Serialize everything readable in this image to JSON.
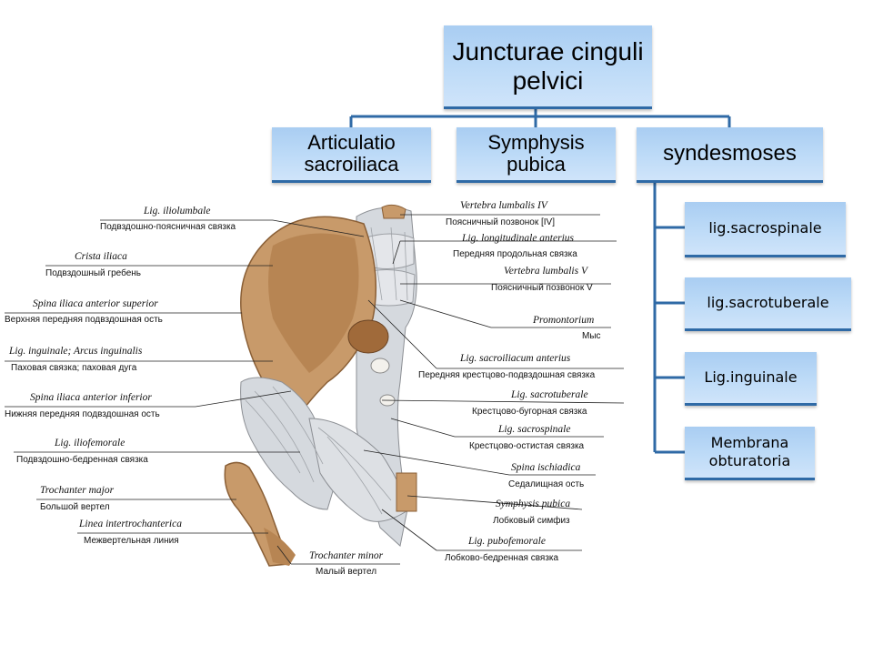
{
  "tree": {
    "root": "Juncturae cinguli pelvici",
    "branches": [
      "Articulatio sacroiliaca",
      "Symphysis pubica",
      "syndesmoses"
    ],
    "syndesmoses_items": [
      "lig.sacrospinale",
      "lig.sacrotuberale",
      "Lig.inguinale",
      "Membrana obturatoria"
    ]
  },
  "illustration": {
    "left_labels": [
      {
        "latin": "Lig. iliolumbale",
        "russian": "Подвздошно-поясничная связка"
      },
      {
        "latin": "Crista iliaca",
        "russian": "Подвздошный гребень"
      },
      {
        "latin": "Spina iliaca anterior superior",
        "russian": "Верхняя передняя подвздошная ость"
      },
      {
        "latin": "Lig. inguinale; Arcus inguinalis",
        "russian": "Паховая связка; паховая дуга"
      },
      {
        "latin": "Spina iliaca anterior inferior",
        "russian": "Нижняя передняя подвздошная ость"
      },
      {
        "latin": "Lig. iliofemorale",
        "russian": "Подвздошно-бедренная связка"
      },
      {
        "latin": "Trochanter major",
        "russian": "Большой вертел"
      },
      {
        "latin": "Linea intertrochanterica",
        "russian": "Межвертельная линия"
      },
      {
        "latin": "Trochanter minor",
        "russian": "Малый вертел"
      }
    ],
    "right_labels": [
      {
        "latin": "Vertebra lumbalis IV",
        "russian": "Поясничный позвонок [IV]"
      },
      {
        "latin": "Lig. longitudinale anterius",
        "russian": "Передняя продольная связка"
      },
      {
        "latin": "Vertebra lumbalis V",
        "russian": "Поясничный позвонок V"
      },
      {
        "latin": "Promontorium",
        "russian": "Мыс"
      },
      {
        "latin": "Lig. sacroiliacum anterius",
        "russian": "Передняя крестцово-подвздошная связка"
      },
      {
        "latin": "Lig. sacrotuberale",
        "russian": "Крестцово-бугорная связка"
      },
      {
        "latin": "Lig. sacrospinale",
        "russian": "Крестцово-остистая связка"
      },
      {
        "latin": "Spina ischiadica",
        "russian": "Седалищная ость"
      },
      {
        "latin": "Symphysis pubica",
        "russian": "Лобковый симфиз"
      },
      {
        "latin": "Lig. pubofemorale",
        "russian": "Лобково-бедренная связка"
      }
    ]
  },
  "colors": {
    "box_fill": "#bcdaf7",
    "box_border": "#2f6aa6",
    "connector": "#2f6aa6",
    "bone": "#c89a6a",
    "ligament": "#d8dbe0"
  }
}
